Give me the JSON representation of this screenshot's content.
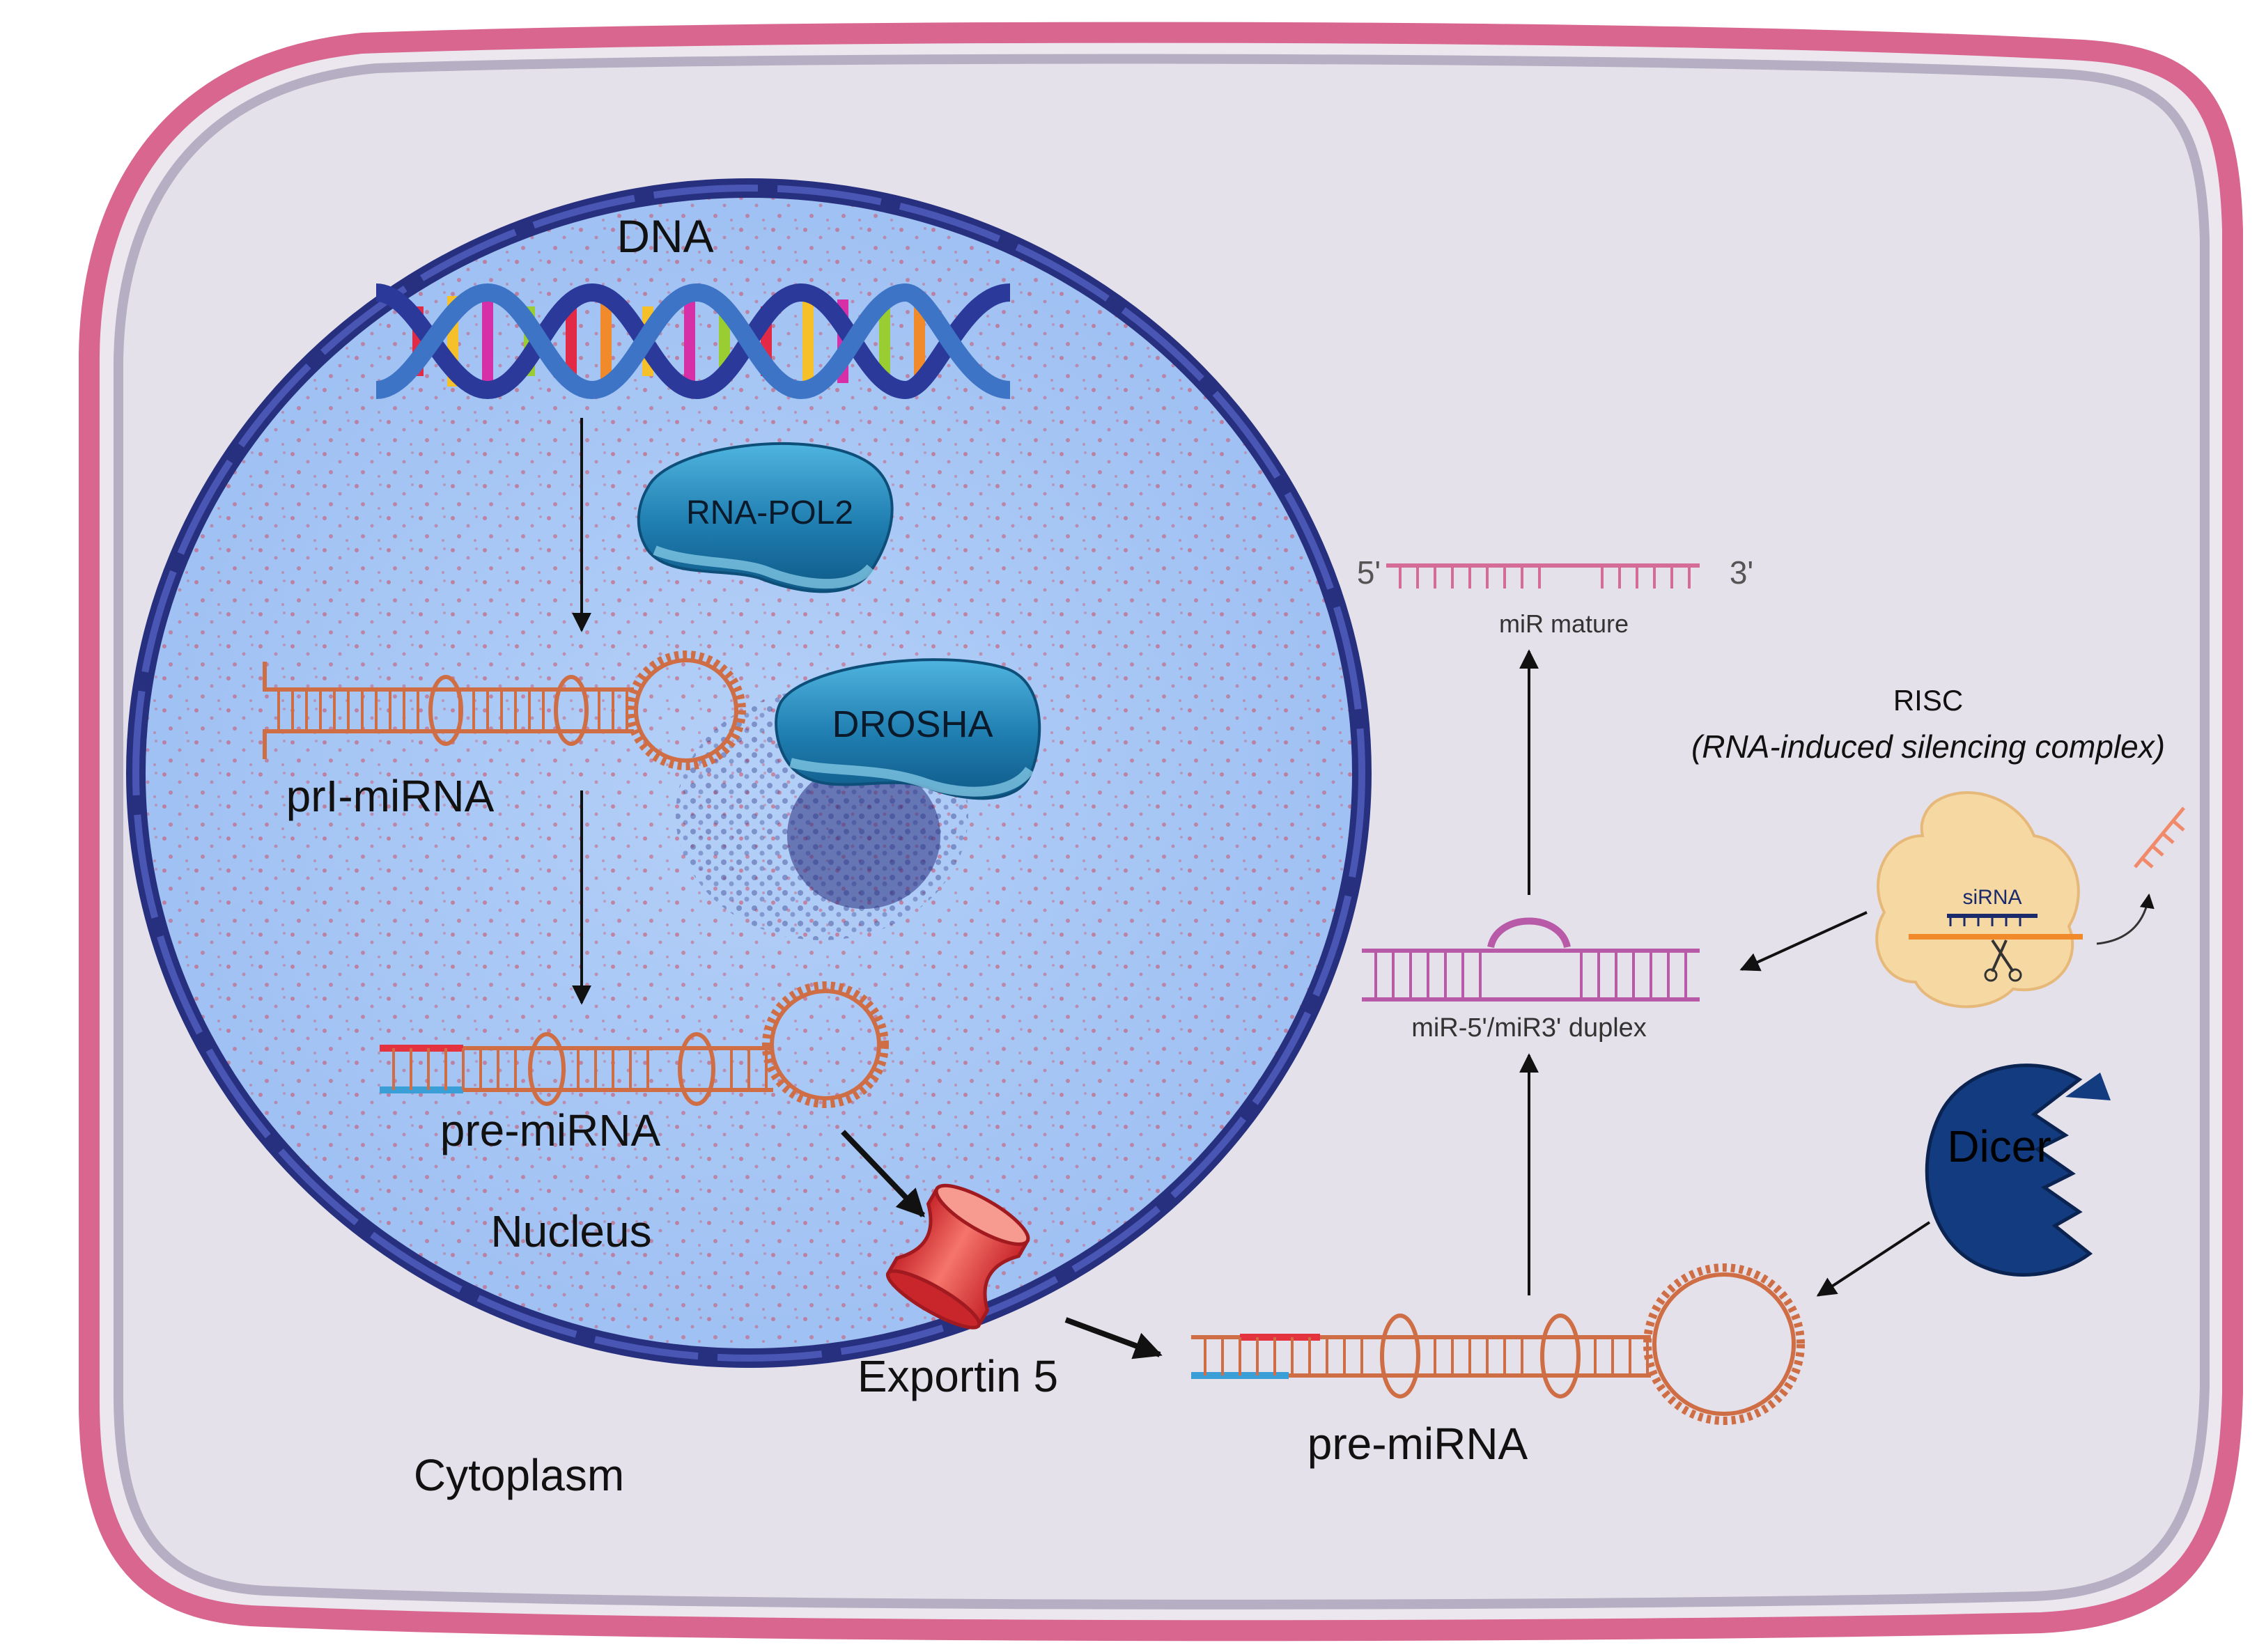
{
  "labels": {
    "dna": "DNA",
    "rna_pol2": "RNA-POL2",
    "drosha": "DROSHA",
    "pri_mirna": "prI-miRNA",
    "pre_mirna_nucleus": "pre-miRNA",
    "nucleus": "Nucleus",
    "exportin": "Exportin 5",
    "cytoplasm": "Cytoplasm",
    "pre_mirna_cytoplasm": "pre-miRNA",
    "dicer": "Dicer",
    "duplex": "miR-5'/miR3' duplex",
    "mature": "miR mature",
    "five_prime": "5'",
    "three_prime": "3'",
    "risc_title": "RISC",
    "risc_subtitle": "(RNA-induced silencing complex)",
    "sirna": "siRNA"
  },
  "colors": {
    "cell_membrane": "#d9668e",
    "cytoplasm_fill": "#e4e1ea",
    "nuclear_envelope": "#27307e",
    "nucleoplasm": "#a9c8f6",
    "rna_strand": "#cf6d45",
    "protein_blue": "#1f7db0",
    "dicer_blue": "#123b80",
    "exportin_red": "#e7463f",
    "duplex_pink": "#b85aa8",
    "mature_pink": "#d46c97"
  }
}
